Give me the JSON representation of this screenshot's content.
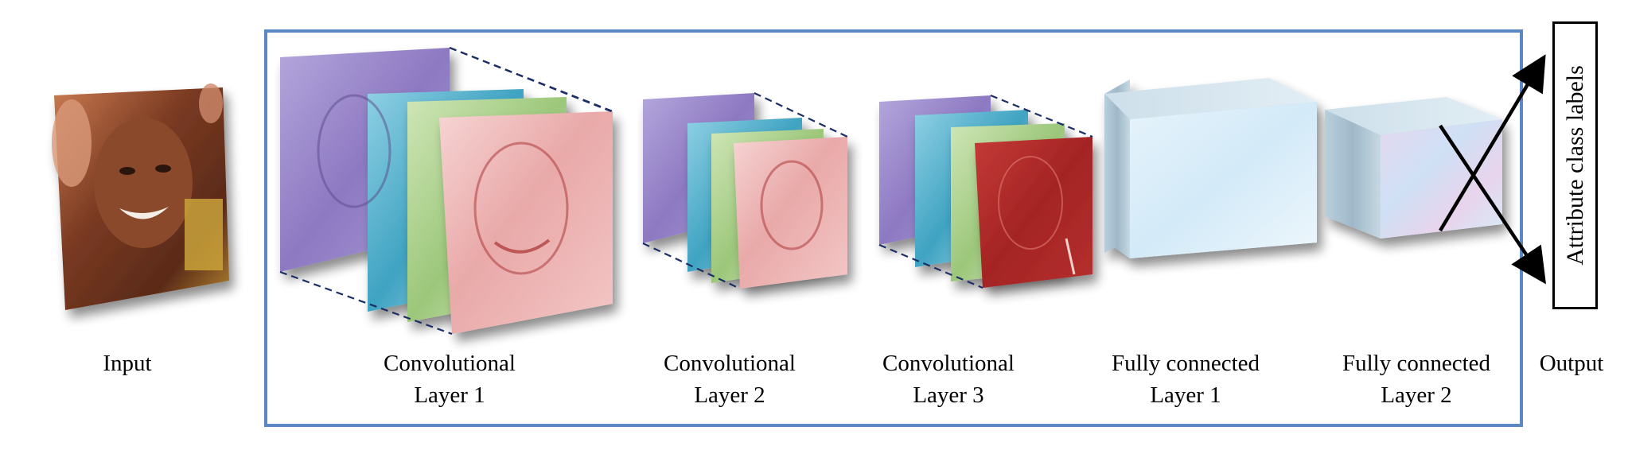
{
  "labels": {
    "input": "Input",
    "conv1": [
      "Convolutional",
      "Layer 1"
    ],
    "conv2": [
      "Convolutional",
      "Layer 2"
    ],
    "conv3": [
      "Convolutional",
      "Layer 3"
    ],
    "fc1": [
      "Fully connected",
      "Layer 1"
    ],
    "fc2": [
      "Fully connected",
      "Layer 2"
    ],
    "output": "Output"
  },
  "output_box_text": "Attribute class labels",
  "colors": {
    "frame": "#5b87c5",
    "dash": "#1b2e66",
    "purple": "#9a86c8",
    "cyan": "#5fb6cf",
    "green": "#a9cf8a",
    "pink": "#e8a4a6",
    "red": "#b02a2a",
    "fc": "#d8ecf8"
  }
}
